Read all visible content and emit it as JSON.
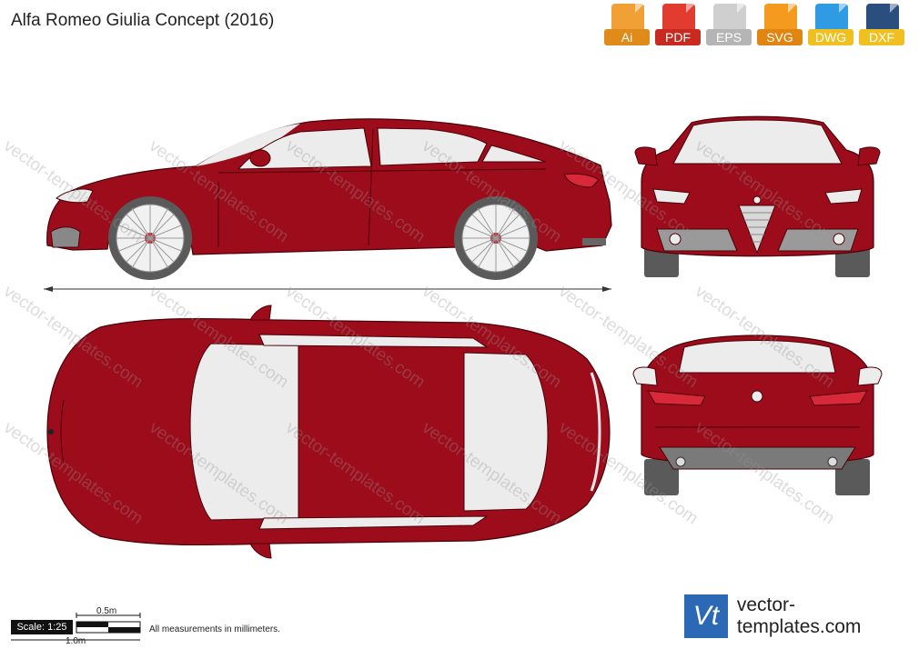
{
  "title": "Alfa Romeo Giulia Concept (2016)",
  "formats": [
    {
      "label": "Ai",
      "color": "#f0a035"
    },
    {
      "label": "PDF",
      "color": "#e23b2f"
    },
    {
      "label": "EPS",
      "color": "#cfcfcf"
    },
    {
      "label": "SVG",
      "color": "#f39a1f"
    },
    {
      "label": "DWG",
      "color": "#2e9be3"
    },
    {
      "label": "DXF",
      "color": "#2a4e7e"
    }
  ],
  "watermark": "vector-templates.com",
  "scale": {
    "label": "Scale: 1:25",
    "half": "0.5m",
    "full": "1.0m"
  },
  "note": "All measurements in millimeters.",
  "brand": {
    "logo": "Vt",
    "name": "vector-templates.com",
    "color": "#2b68b5"
  },
  "colors": {
    "body": "#9c0c1b",
    "glass": "#ececec",
    "tire": "#5a5a5a",
    "outline": "#4a0008"
  }
}
